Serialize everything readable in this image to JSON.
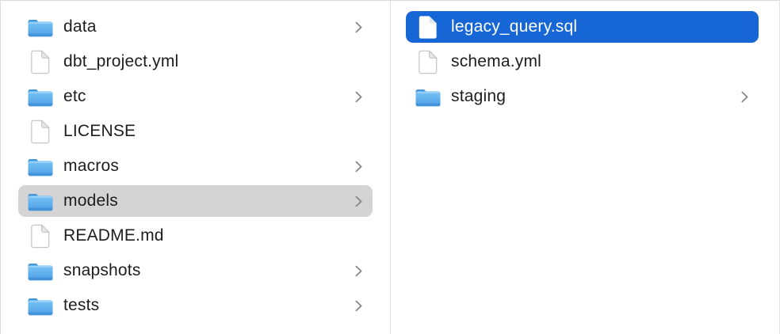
{
  "window": {
    "kind": "file-browser-column-view"
  },
  "colors": {
    "selection_blue": "#1666d6",
    "selection_gray": "#d4d4d4",
    "text": "#1d1d1f",
    "text_selected": "#ffffff",
    "chevron": "#87878a",
    "divider": "#e2e2e2",
    "folder_blue_top": "#7ac4f5",
    "folder_blue_bottom": "#4b9fe6"
  },
  "columns": [
    {
      "id": "left",
      "items": [
        {
          "label": "data",
          "type": "folder",
          "icon": "folder-icon",
          "chevron": true,
          "selected": "none"
        },
        {
          "label": "dbt_project.yml",
          "type": "file",
          "icon": "document-icon",
          "chevron": false,
          "selected": "none"
        },
        {
          "label": "etc",
          "type": "folder",
          "icon": "folder-icon",
          "chevron": true,
          "selected": "none"
        },
        {
          "label": "LICENSE",
          "type": "file",
          "icon": "document-icon",
          "chevron": false,
          "selected": "none"
        },
        {
          "label": "macros",
          "type": "folder",
          "icon": "folder-icon",
          "chevron": true,
          "selected": "none"
        },
        {
          "label": "models",
          "type": "folder",
          "icon": "folder-icon",
          "chevron": true,
          "selected": "gray"
        },
        {
          "label": "README.md",
          "type": "file",
          "icon": "document-icon",
          "chevron": false,
          "selected": "none"
        },
        {
          "label": "snapshots",
          "type": "folder",
          "icon": "folder-icon",
          "chevron": true,
          "selected": "none"
        },
        {
          "label": "tests",
          "type": "folder",
          "icon": "folder-icon",
          "chevron": true,
          "selected": "none"
        }
      ]
    },
    {
      "id": "right",
      "items": [
        {
          "label": "legacy_query.sql",
          "type": "file",
          "icon": "document-icon",
          "chevron": false,
          "selected": "blue"
        },
        {
          "label": "schema.yml",
          "type": "file",
          "icon": "document-icon",
          "chevron": false,
          "selected": "none"
        },
        {
          "label": "staging",
          "type": "folder",
          "icon": "folder-icon",
          "chevron": true,
          "selected": "none"
        }
      ]
    }
  ]
}
